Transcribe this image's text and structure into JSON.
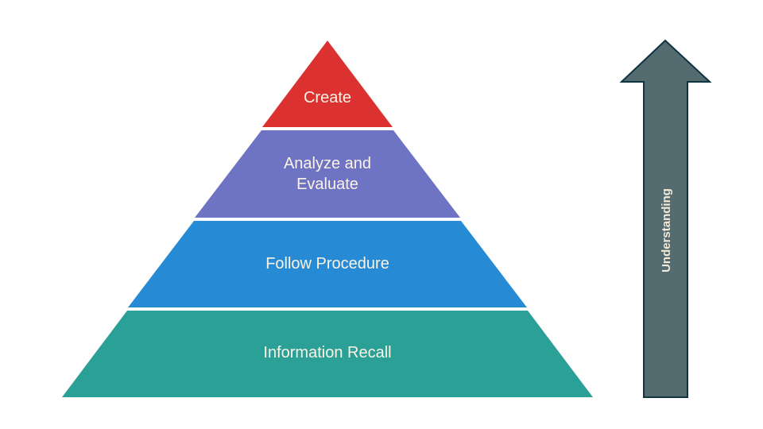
{
  "diagram": {
    "type": "pyramid",
    "levels": [
      {
        "label_lines": [
          "Create"
        ],
        "color": "#dc3131"
      },
      {
        "label_lines": [
          "Analyze and",
          "Evaluate"
        ],
        "color": "#6e73c4"
      },
      {
        "label_lines": [
          "Follow Procedure"
        ],
        "color": "#268bd4"
      },
      {
        "label_lines": [
          "Information Recall"
        ],
        "color": "#2aa096"
      }
    ],
    "level_texts": {
      "create": "Create",
      "analyze_1": "Analyze and",
      "analyze_2": "Evaluate",
      "follow": "Follow Procedure",
      "recall": "Information Recall"
    },
    "arrow": {
      "label": "Understanding",
      "direction": "up",
      "fill": "#546b70",
      "stroke": "#0f3340"
    },
    "text_color": "#fbf3e4",
    "separator_color": "#ffffff"
  }
}
